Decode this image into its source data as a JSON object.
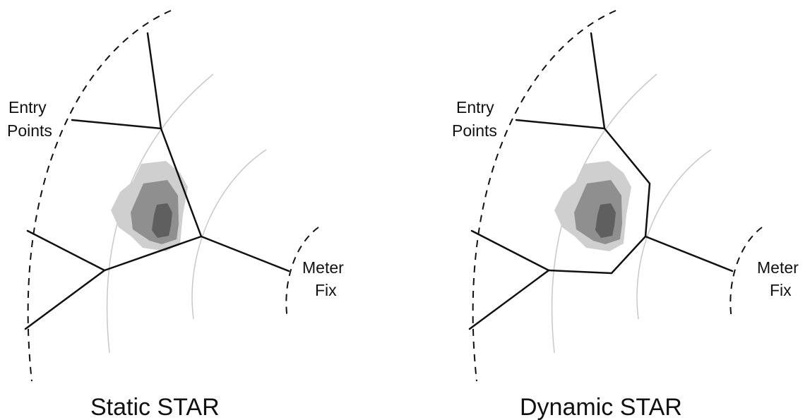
{
  "colors": {
    "background": "#ffffff",
    "route": "#111111",
    "boundary": "#111111",
    "guide_arc": "#c8c8c8",
    "weather_outer": "#cfcfcf",
    "weather_middle": "#8f8f8f",
    "weather_inner": "#5f5f5f"
  },
  "panels": [
    {
      "caption": "Static STAR",
      "entry_label_line1": "Entry",
      "entry_label_line2": "Points",
      "meter_label_line1": "Meter",
      "meter_label_line2": "Fix"
    },
    {
      "caption": "Dynamic STAR",
      "entry_label_line1": "Entry",
      "entry_label_line2": "Points",
      "meter_label_line1": "Meter",
      "meter_label_line2": "Fix"
    }
  ]
}
